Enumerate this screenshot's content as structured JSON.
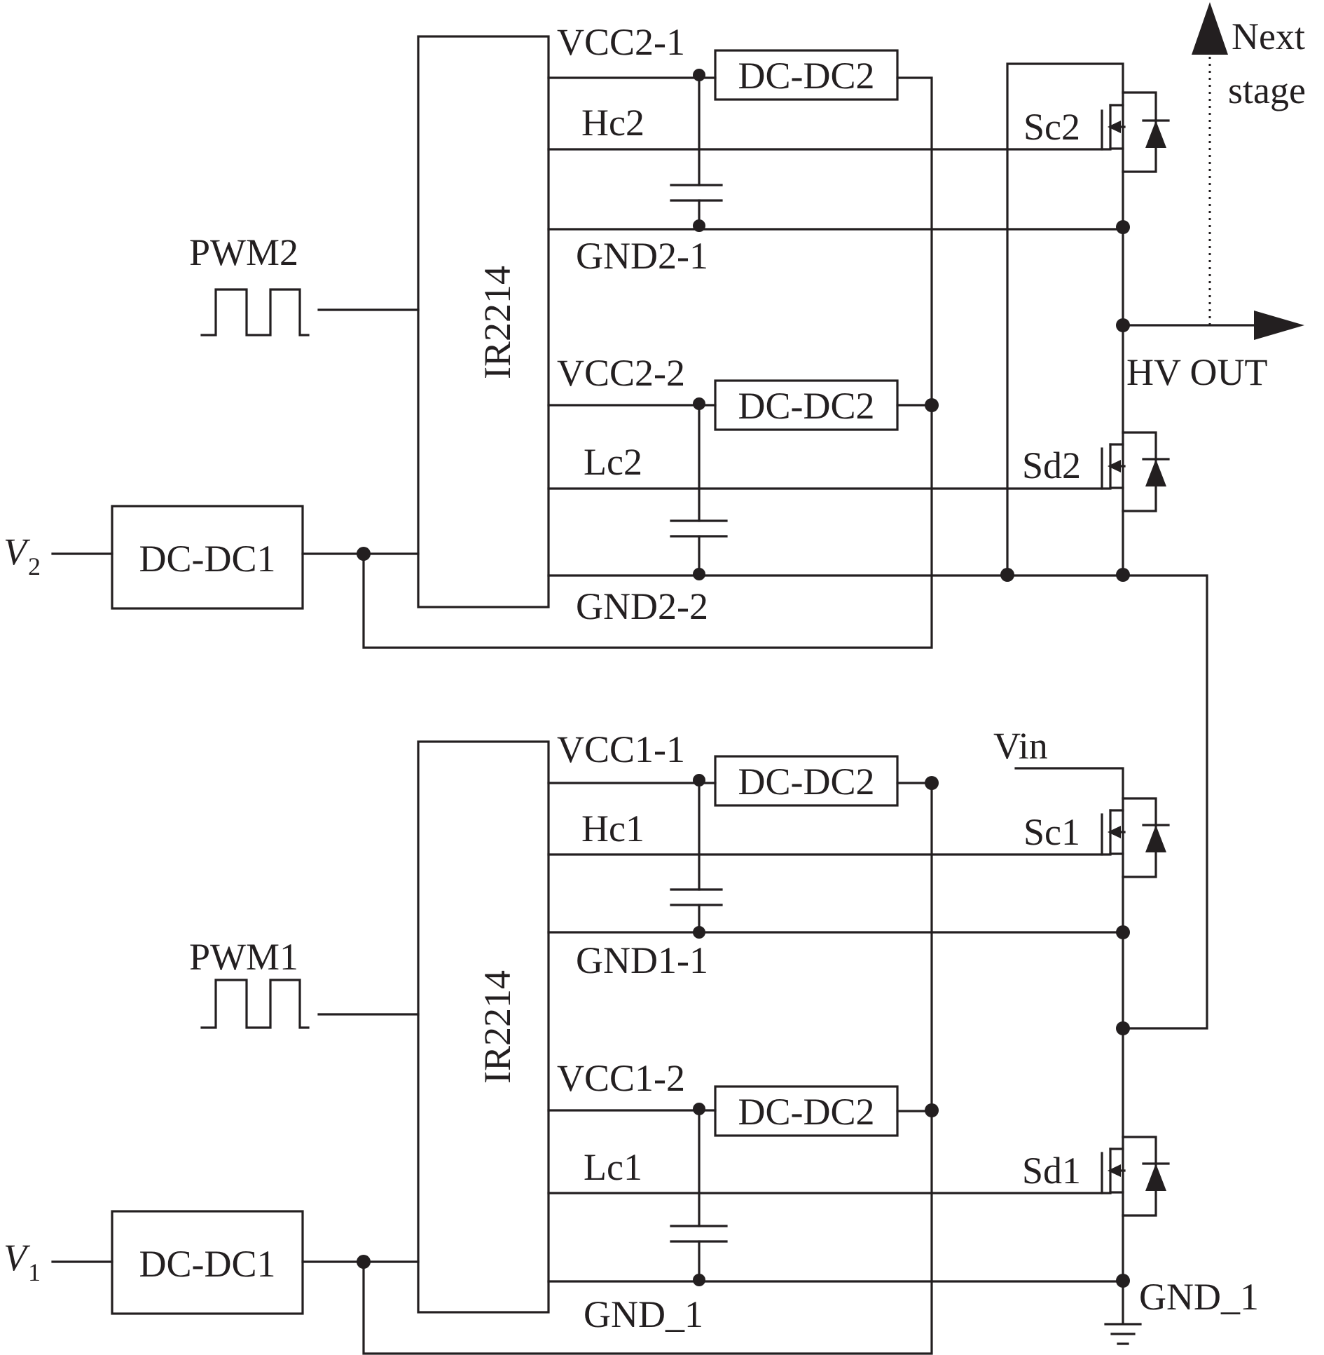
{
  "modules": {
    "dc_dc1": "DC-DC1",
    "dc_dc2": "DC-DC2",
    "driver": "IR2214"
  },
  "inputs": {
    "v2_symbol": "V",
    "v2_sub": "2",
    "v1_symbol": "V",
    "v1_sub": "1",
    "pwm2": "PWM2",
    "pwm1": "PWM1",
    "vin": "Vin"
  },
  "upper_stage": {
    "vcc_top": "VCC2-1",
    "high_gate": "Hc2",
    "gnd_top": "GND2-1",
    "vcc_bottom": "VCC2-2",
    "low_gate": "Lc2",
    "gnd_bottom": "GND2-2",
    "switch_high": "Sc2",
    "switch_low": "Sd2"
  },
  "lower_stage": {
    "vcc_top": "VCC1-1",
    "high_gate": "Hc1",
    "gnd_top": "GND1-1",
    "vcc_bottom": "VCC1-2",
    "low_gate": "Lc1",
    "gnd_bottom": "GND_1",
    "switch_high": "Sc1",
    "switch_low": "Sd1"
  },
  "outputs": {
    "hv_out": "HV OUT",
    "next_stage_line1": "Next",
    "next_stage_line2": "stage",
    "ground": "GND_1"
  }
}
